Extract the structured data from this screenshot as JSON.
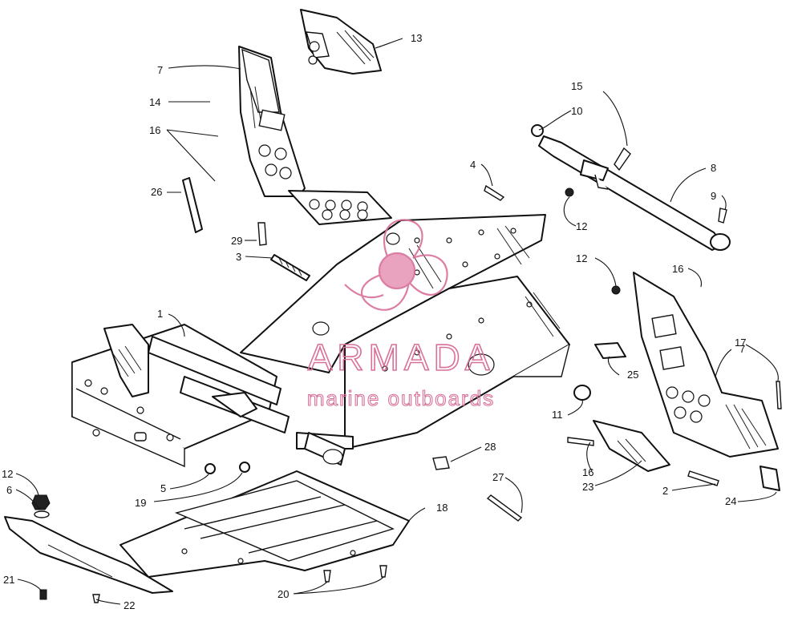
{
  "watermark": {
    "title": "ARMADA",
    "subtitle": "marine outboards",
    "color": "#d9709a",
    "logo_name": "propeller-logo"
  },
  "callouts": [
    {
      "id": "c1",
      "label": "1"
    },
    {
      "id": "c2",
      "label": "2"
    },
    {
      "id": "c3",
      "label": "3"
    },
    {
      "id": "c4",
      "label": "4"
    },
    {
      "id": "c5",
      "label": "5"
    },
    {
      "id": "c6",
      "label": "6"
    },
    {
      "id": "c7a",
      "label": "7"
    },
    {
      "id": "c7b",
      "label": "7"
    },
    {
      "id": "c8",
      "label": "8"
    },
    {
      "id": "c9",
      "label": "9"
    },
    {
      "id": "c10",
      "label": "10"
    },
    {
      "id": "c11",
      "label": "11"
    },
    {
      "id": "c12a",
      "label": "12"
    },
    {
      "id": "c12b",
      "label": "12"
    },
    {
      "id": "c12c",
      "label": "12"
    },
    {
      "id": "c13",
      "label": "13"
    },
    {
      "id": "c14",
      "label": "14"
    },
    {
      "id": "c15",
      "label": "15"
    },
    {
      "id": "c16a",
      "label": "16"
    },
    {
      "id": "c16b",
      "label": "16"
    },
    {
      "id": "c16c",
      "label": "16"
    },
    {
      "id": "c17",
      "label": "17"
    },
    {
      "id": "c18",
      "label": "18"
    },
    {
      "id": "c19",
      "label": "19"
    },
    {
      "id": "c20",
      "label": "20"
    },
    {
      "id": "c21",
      "label": "21"
    },
    {
      "id": "c22",
      "label": "22"
    },
    {
      "id": "c23",
      "label": "23"
    },
    {
      "id": "c24",
      "label": "24"
    },
    {
      "id": "c25",
      "label": "25"
    },
    {
      "id": "c26",
      "label": "26"
    },
    {
      "id": "c27",
      "label": "27"
    },
    {
      "id": "c28",
      "label": "28"
    },
    {
      "id": "c29",
      "label": "29"
    }
  ]
}
